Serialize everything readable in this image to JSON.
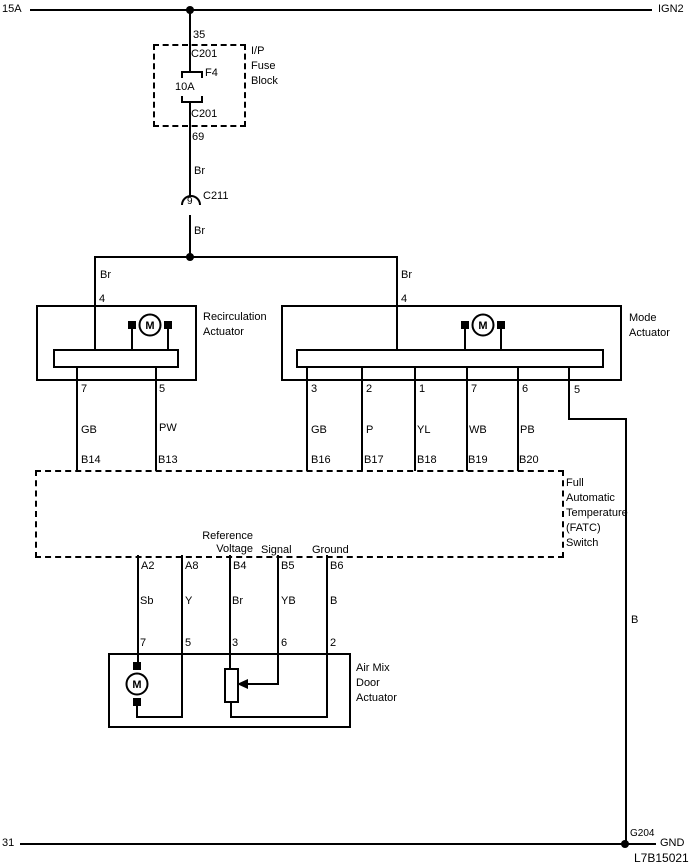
{
  "colors": {
    "ink": "#000000",
    "background": "#ffffff"
  },
  "rails": {
    "top_left": "15A",
    "top_right": "IGN2",
    "bottom_left": "31",
    "bottom_right": "GND",
    "ground_id": "G204"
  },
  "doc_number": "L7B15021",
  "fuse_block": {
    "pin_top": "35",
    "connector_top": "C201",
    "fuse_name": "F4",
    "fuse_rating": "10A",
    "connector_bottom": "C201",
    "pin_bottom": "69",
    "name_lines": [
      "I/P",
      "Fuse",
      "Block"
    ]
  },
  "c211": {
    "wire_above": "Br",
    "label": "C211",
    "pin": "9",
    "wire_below": "Br"
  },
  "recirc_actuator": {
    "name_lines": [
      "Recirculation",
      "Actuator"
    ],
    "feed_wire": "Br",
    "feed_pin": "4",
    "motor_label": "M",
    "outputs": [
      {
        "pin": "7",
        "color": "GB",
        "terminal": "B14"
      },
      {
        "pin": "5",
        "color": "PW",
        "terminal": "B13"
      }
    ]
  },
  "mode_actuator": {
    "name_lines": [
      "Mode",
      "Actuator"
    ],
    "feed_wire": "Br",
    "feed_pin": "4",
    "motor_label": "M",
    "outputs": [
      {
        "pin": "3",
        "color": "GB",
        "terminal": "B16"
      },
      {
        "pin": "2",
        "color": "P",
        "terminal": "B17"
      },
      {
        "pin": "1",
        "color": "YL",
        "terminal": "B18"
      },
      {
        "pin": "7",
        "color": "WB",
        "terminal": "B19"
      },
      {
        "pin": "6",
        "color": "PB",
        "terminal": "B20"
      }
    ],
    "ground_pin": "5",
    "ground_wire_color": "B"
  },
  "fatc_switch": {
    "name_lines": [
      "Full",
      "Automatic",
      "Temperature",
      "(FATC)",
      "Switch"
    ],
    "function_labels": {
      "reference_line1": "Reference",
      "reference_line2": "Voltage",
      "signal": "Signal",
      "ground": "Ground"
    },
    "outputs": [
      {
        "terminal": "A2",
        "color": "Sb",
        "pin": "7"
      },
      {
        "terminal": "A8",
        "color": "Y",
        "pin": "5"
      },
      {
        "terminal": "B4",
        "color": "Br",
        "pin": "3"
      },
      {
        "terminal": "B5",
        "color": "YB",
        "pin": "6"
      },
      {
        "terminal": "B6",
        "color": "B",
        "pin": "2"
      }
    ]
  },
  "air_mix_actuator": {
    "name_lines": [
      "Air Mix",
      "Door",
      "Actuator"
    ],
    "motor_label": "M"
  }
}
